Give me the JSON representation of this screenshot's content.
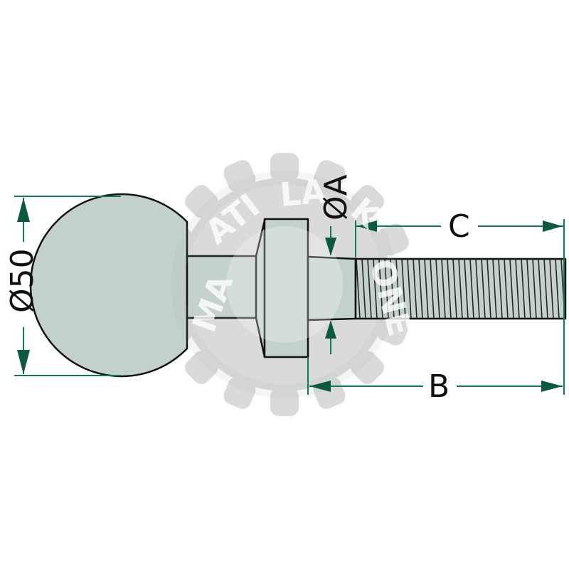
{
  "watermark": {
    "text": "MAATILAKONE"
  },
  "dimensions": {
    "ball_diameter": "Ø50",
    "shank_diameter": "ØA",
    "thread_length": "C",
    "total_length": "B"
  },
  "colors": {
    "dimension_line": "#0e7a5a",
    "arrow_head": "#0b5a40",
    "part_fill": "#c3d1cd",
    "part_outline": "#111111",
    "watermark": "#d9d9d9"
  }
}
